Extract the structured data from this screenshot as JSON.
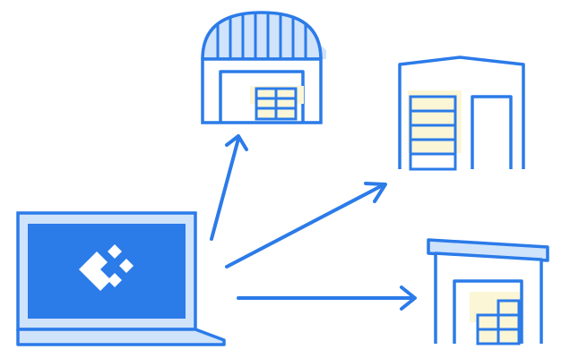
{
  "colors": {
    "primary": "#2B7BE9",
    "light_blue": "#CFE3FB",
    "cream": "#FBF6D6",
    "white": "#FFFFFF"
  },
  "diagram": {
    "source": {
      "icon": "laptop-with-logo-icon"
    },
    "targets": [
      {
        "icon": "quonset-warehouse-icon"
      },
      {
        "icon": "gable-warehouse-icon"
      },
      {
        "icon": "flat-roof-warehouse-icon"
      }
    ],
    "connections": [
      {
        "from": "laptop",
        "to": "quonset-warehouse"
      },
      {
        "from": "laptop",
        "to": "gable-warehouse"
      },
      {
        "from": "laptop",
        "to": "flat-roof-warehouse"
      }
    ]
  }
}
